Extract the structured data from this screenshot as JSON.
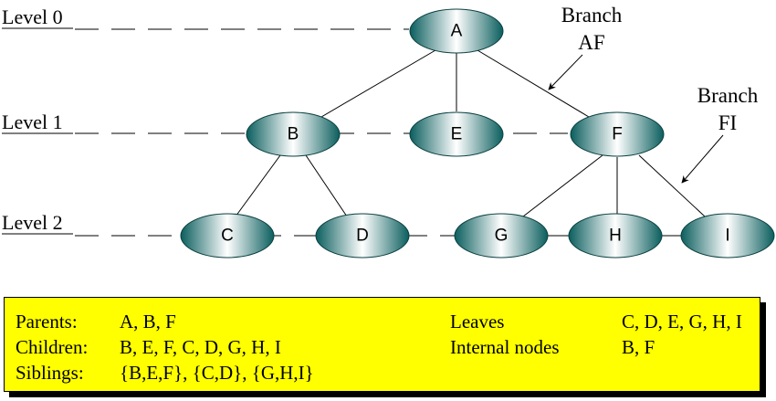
{
  "levels": [
    "Level 0",
    "Level 1",
    "Level 2"
  ],
  "nodes": {
    "A": "A",
    "B": "B",
    "E": "E",
    "F": "F",
    "C": "C",
    "D": "D",
    "G": "G",
    "H": "H",
    "I": "I"
  },
  "branches": {
    "af": {
      "line1": "Branch",
      "line2": "AF"
    },
    "fi": {
      "line1": "Branch",
      "line2": "FI"
    }
  },
  "legend": {
    "parents_label": "Parents:",
    "parents_value": "A, B, F",
    "children_label": "Children:",
    "children_value": "B, E, F, C, D, G, H, I",
    "siblings_label": "Siblings:",
    "siblings_value": "{B,E,F}, {C,D}, {G,H,I}",
    "leaves_label": "Leaves",
    "leaves_value": "C, D, E, G, H, I",
    "internal_label": "Internal nodes",
    "internal_value": "B, F"
  },
  "colors": {
    "node_dark": "#0b5e5e",
    "node_light": "#ffffff",
    "legend_bg": "#ffff00"
  }
}
